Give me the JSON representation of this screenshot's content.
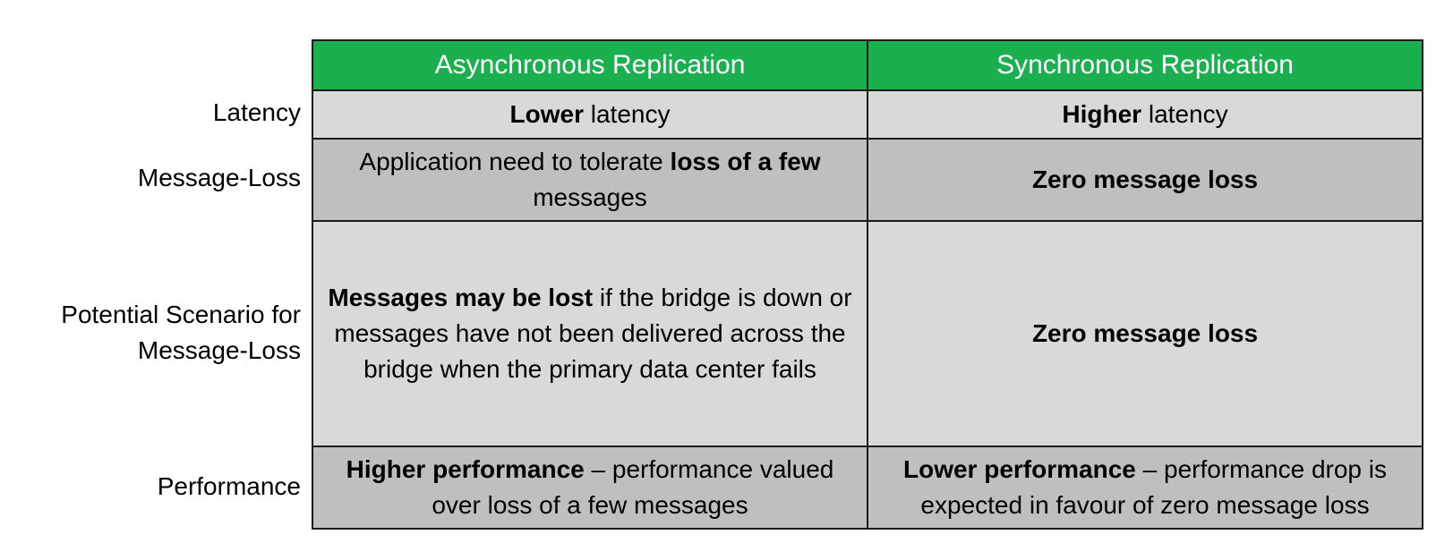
{
  "columns": [
    "Asynchronous Replication",
    "Synchronous Replication"
  ],
  "rows": [
    {
      "label": [
        "Latency"
      ],
      "async": [
        {
          "t": "Lower",
          "b": true
        },
        {
          "t": " latency",
          "b": false
        }
      ],
      "sync": [
        {
          "t": "Higher",
          "b": true
        },
        {
          "t": " latency",
          "b": false
        }
      ]
    },
    {
      "label": [
        "Message-Loss"
      ],
      "async": [
        {
          "t": "Application need to tolerate ",
          "b": false
        },
        {
          "t": "loss of a few",
          "b": true
        },
        {
          "t": " messages",
          "b": false
        }
      ],
      "sync": [
        {
          "t": "Zero message loss",
          "b": true
        }
      ]
    },
    {
      "label": [
        "Potential Scenario for",
        "Message-Loss"
      ],
      "async": [
        {
          "t": "Messages may be lost",
          "b": true
        },
        {
          "t": " if the bridge is down or messages have not been delivered across the bridge when the primary data center fails",
          "b": false
        }
      ],
      "sync": [
        {
          "t": "Zero message loss",
          "b": true
        }
      ]
    },
    {
      "label": [
        "Performance"
      ],
      "async": [
        {
          "t": "Higher performance",
          "b": true
        },
        {
          "t": " – performance valued over loss of a few messages",
          "b": false
        }
      ],
      "sync": [
        {
          "t": "Lower performance",
          "b": true
        },
        {
          "t": " – performance drop is expected in favour of zero message loss",
          "b": false
        }
      ]
    }
  ]
}
